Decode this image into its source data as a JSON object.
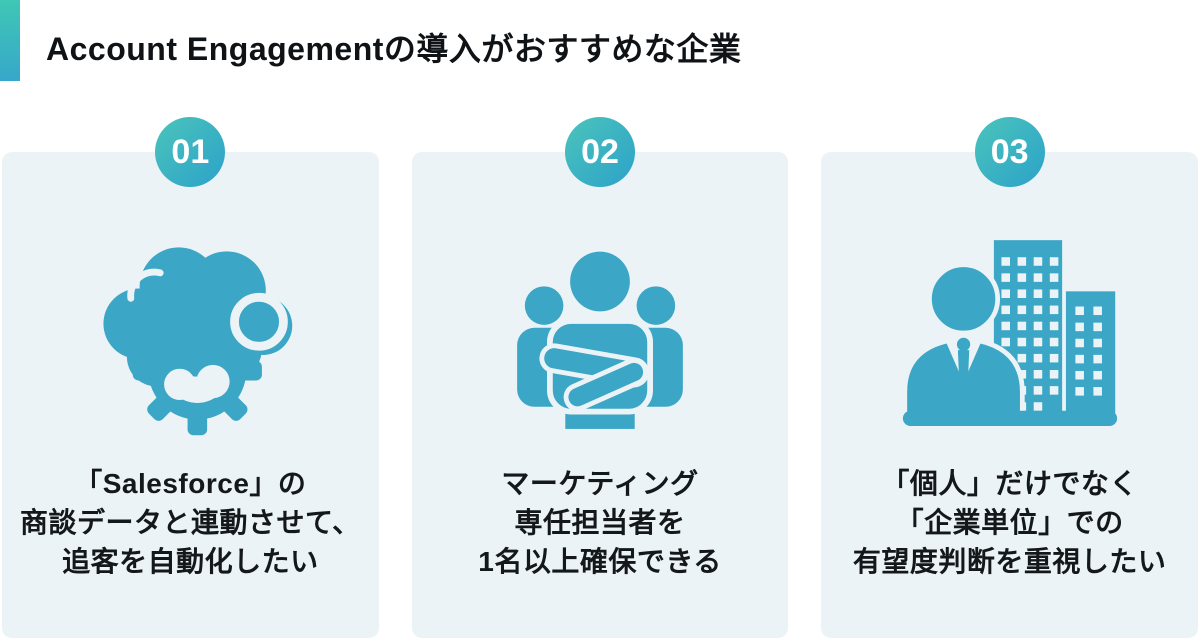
{
  "header": {
    "title": "Account Engagementの導入がおすすめな企業"
  },
  "colors": {
    "accent_bar_top": "#3FC7B5",
    "accent_bar_bottom": "#37A7CA",
    "badge_gradient_start": "#4BC4BB",
    "badge_gradient_end": "#2CA2C9",
    "icon_teal": "#3BA6C6",
    "card_background": "#ECF3F6",
    "title_text": "#101316",
    "card_text": "#14181B"
  },
  "cards": [
    {
      "number": "01",
      "icon": "cloud-gear-icon",
      "lines": [
        "「Salesforce」の",
        "商談データと連動させて、",
        "追客を自動化したい"
      ]
    },
    {
      "number": "02",
      "icon": "team-crossed-arms-icon",
      "lines": [
        "マーケティング",
        "専任担当者を",
        "1名以上確保できる"
      ]
    },
    {
      "number": "03",
      "icon": "businessman-building-icon",
      "lines": [
        "「個人」だけでなく",
        "「企業単位」での",
        "有望度判断を重視したい"
      ]
    }
  ]
}
